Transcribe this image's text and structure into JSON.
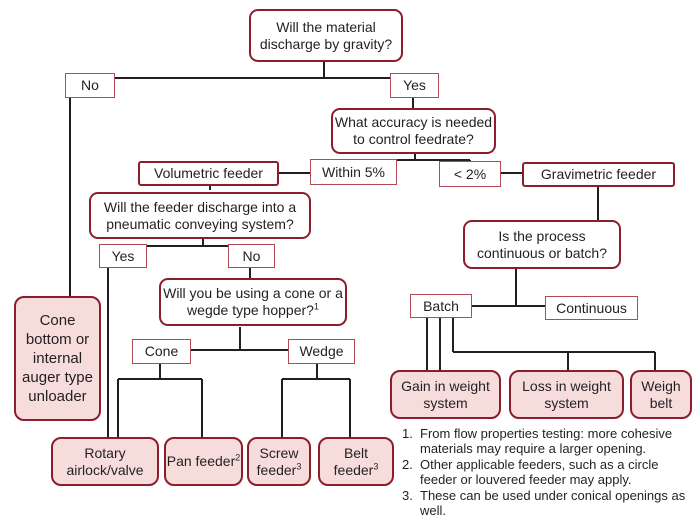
{
  "nodes": {
    "q_gravity": "Will the material discharge by gravity?",
    "opt_no_top": "No",
    "opt_yes_top": "Yes",
    "q_accuracy": "What accuracy is needed to control feedrate?",
    "feed_volumetric": "Volumetric feeder",
    "opt_within5": "Within 5%",
    "opt_lt2": "< 2%",
    "feed_gravimetric": "Gravimetric feeder",
    "q_pneumatic": "Will the feeder discharge into a pneumatic conveying system?",
    "opt_yes_pneu": "Yes",
    "opt_no_pneu": "No",
    "q_hopper": "Will you be using a cone or a wegde type hopper?",
    "q_hopper_sup": "1",
    "opt_cone": "Cone",
    "opt_wedge": "Wedge",
    "res_cone_bottom": "Cone bottom or internal auger type unloader",
    "res_rotary": "Rotary airlock/valve",
    "res_pan": "Pan feeder",
    "res_pan_sup": "2",
    "res_screw": "Screw feeder",
    "res_screw_sup": "3",
    "res_belt_feeder": "Belt feeder",
    "res_belt_feeder_sup": "3",
    "q_process": "Is the process continuous or batch?",
    "opt_batch": "Batch",
    "opt_continuous": "Continuous",
    "res_gain": "Gain in weight system",
    "res_loss": "Loss in weight system",
    "res_weigh_belt": "Weigh belt"
  },
  "notes": [
    {
      "num": "1.",
      "text": "From flow properties testing: more cohesive materials may require a larger opening."
    },
    {
      "num": "2.",
      "text": "Other applicable feeders, such as a circle feeder or louvered feeder may apply."
    },
    {
      "num": "3.",
      "text": "These can be used under conical openings as well."
    }
  ],
  "colors": {
    "border": "#8b1d2c",
    "result_fill": "#f7dcdc",
    "line": "#231f20"
  }
}
